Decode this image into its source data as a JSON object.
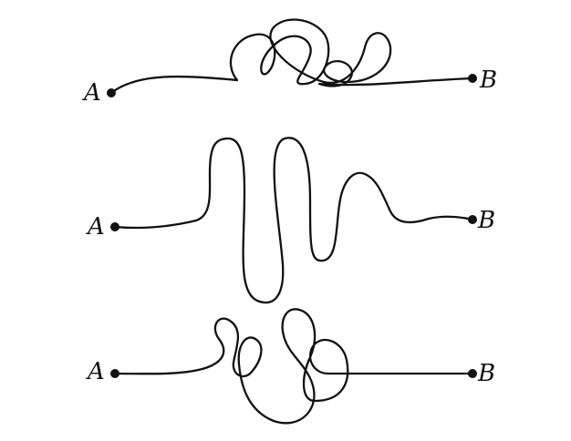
{
  "rows": [
    {
      "start_label": "A",
      "end_label": "B"
    },
    {
      "start_label": "A",
      "end_label": "B"
    },
    {
      "start_label": "A",
      "end_label": "B"
    }
  ],
  "colors": {
    "line": "#111111",
    "background": "#ffffff"
  }
}
